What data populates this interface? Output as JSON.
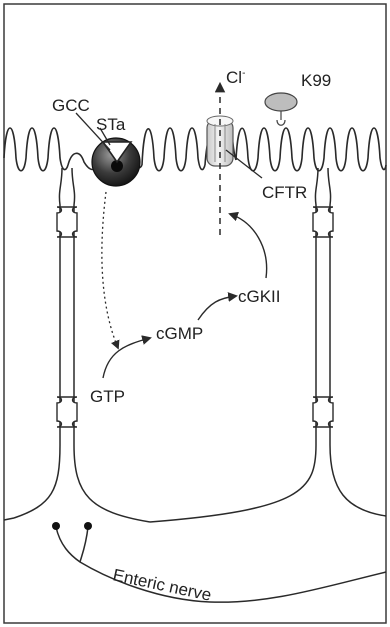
{
  "diagram": {
    "labels": {
      "chloride": "Cl",
      "chloride_charge": "-",
      "k99": "K99",
      "gcc": "GCC",
      "sta": "STa",
      "cftr": "CFTR",
      "cgkii": "cGKII",
      "cgmp": "cGMP",
      "gtp": "GTP",
      "nerve": "Enteric nerve"
    },
    "colors": {
      "line": "#2a2a2a",
      "frame": "#3a3a3a",
      "gcc_fill": "#3b3b3b",
      "k99_fill": "#bdbdbd",
      "cftr_fill": "#e6e6e6"
    }
  }
}
